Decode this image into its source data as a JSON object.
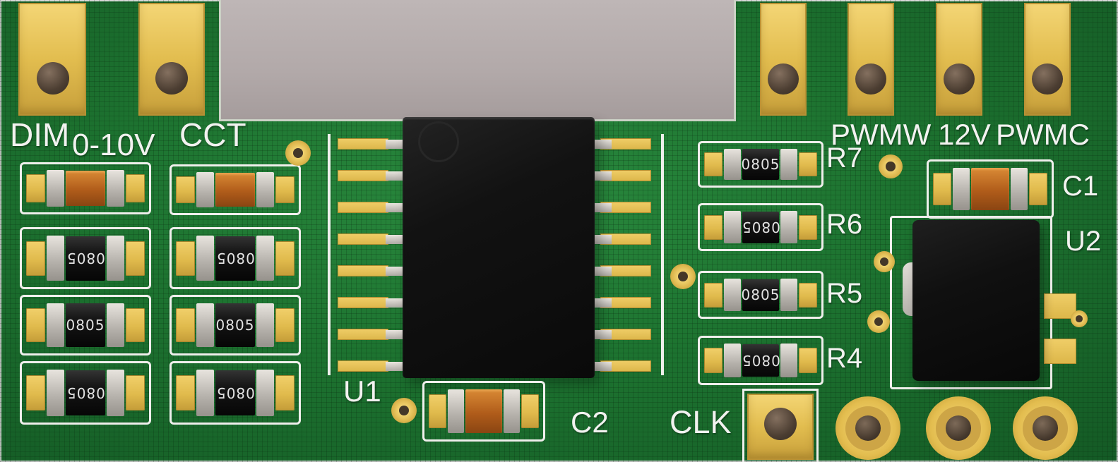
{
  "view": {
    "description": "3D render of a green LED dimmer / CCT controller PCB",
    "board_color": "#1d7330",
    "backdrop_color": "#b2a9a9"
  },
  "silkscreen": {
    "dim": "DIM",
    "range_0_10v": "0-10V",
    "cct": "CCT",
    "u1": "U1",
    "c2": "C2",
    "c1": "C1",
    "u2": "U2",
    "clk": "CLK",
    "r7": "R7",
    "r6": "R6",
    "r5": "R5",
    "r4": "R4",
    "pwmw": "PWMW",
    "v12": "12V",
    "pwmc": "PWMC"
  },
  "markings": {
    "smd": "0805"
  },
  "colors": {
    "pad_gold": "#e5c051",
    "silkscreen_white": "#f2f2f0",
    "capacitor_body": "#b35f1b",
    "resistor_body": "#161616",
    "ic_body": "#111111",
    "terminal_metal": "#bcb8b2",
    "drill_hole": "#4a3d33"
  }
}
